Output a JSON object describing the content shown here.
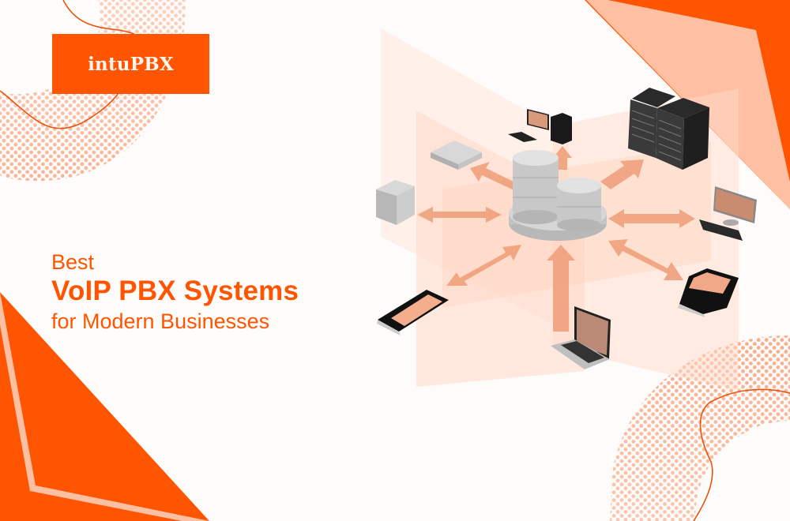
{
  "brand": {
    "logo_text": "intuPBX",
    "primary_color": "#ff5500",
    "accent_light": "#ffbfa3",
    "background": "#fefcfb"
  },
  "headline": {
    "line1": "Best",
    "line2": "VoIP PBX Systems",
    "line3": "for Modern Businesses"
  },
  "illustration": {
    "center": "pbx-server-cluster",
    "devices": [
      "desktop-computer",
      "rack-servers",
      "network-switch",
      "tower-server",
      "monitor-keyboard",
      "smartphone",
      "qwerty-phone",
      "laptop"
    ]
  }
}
